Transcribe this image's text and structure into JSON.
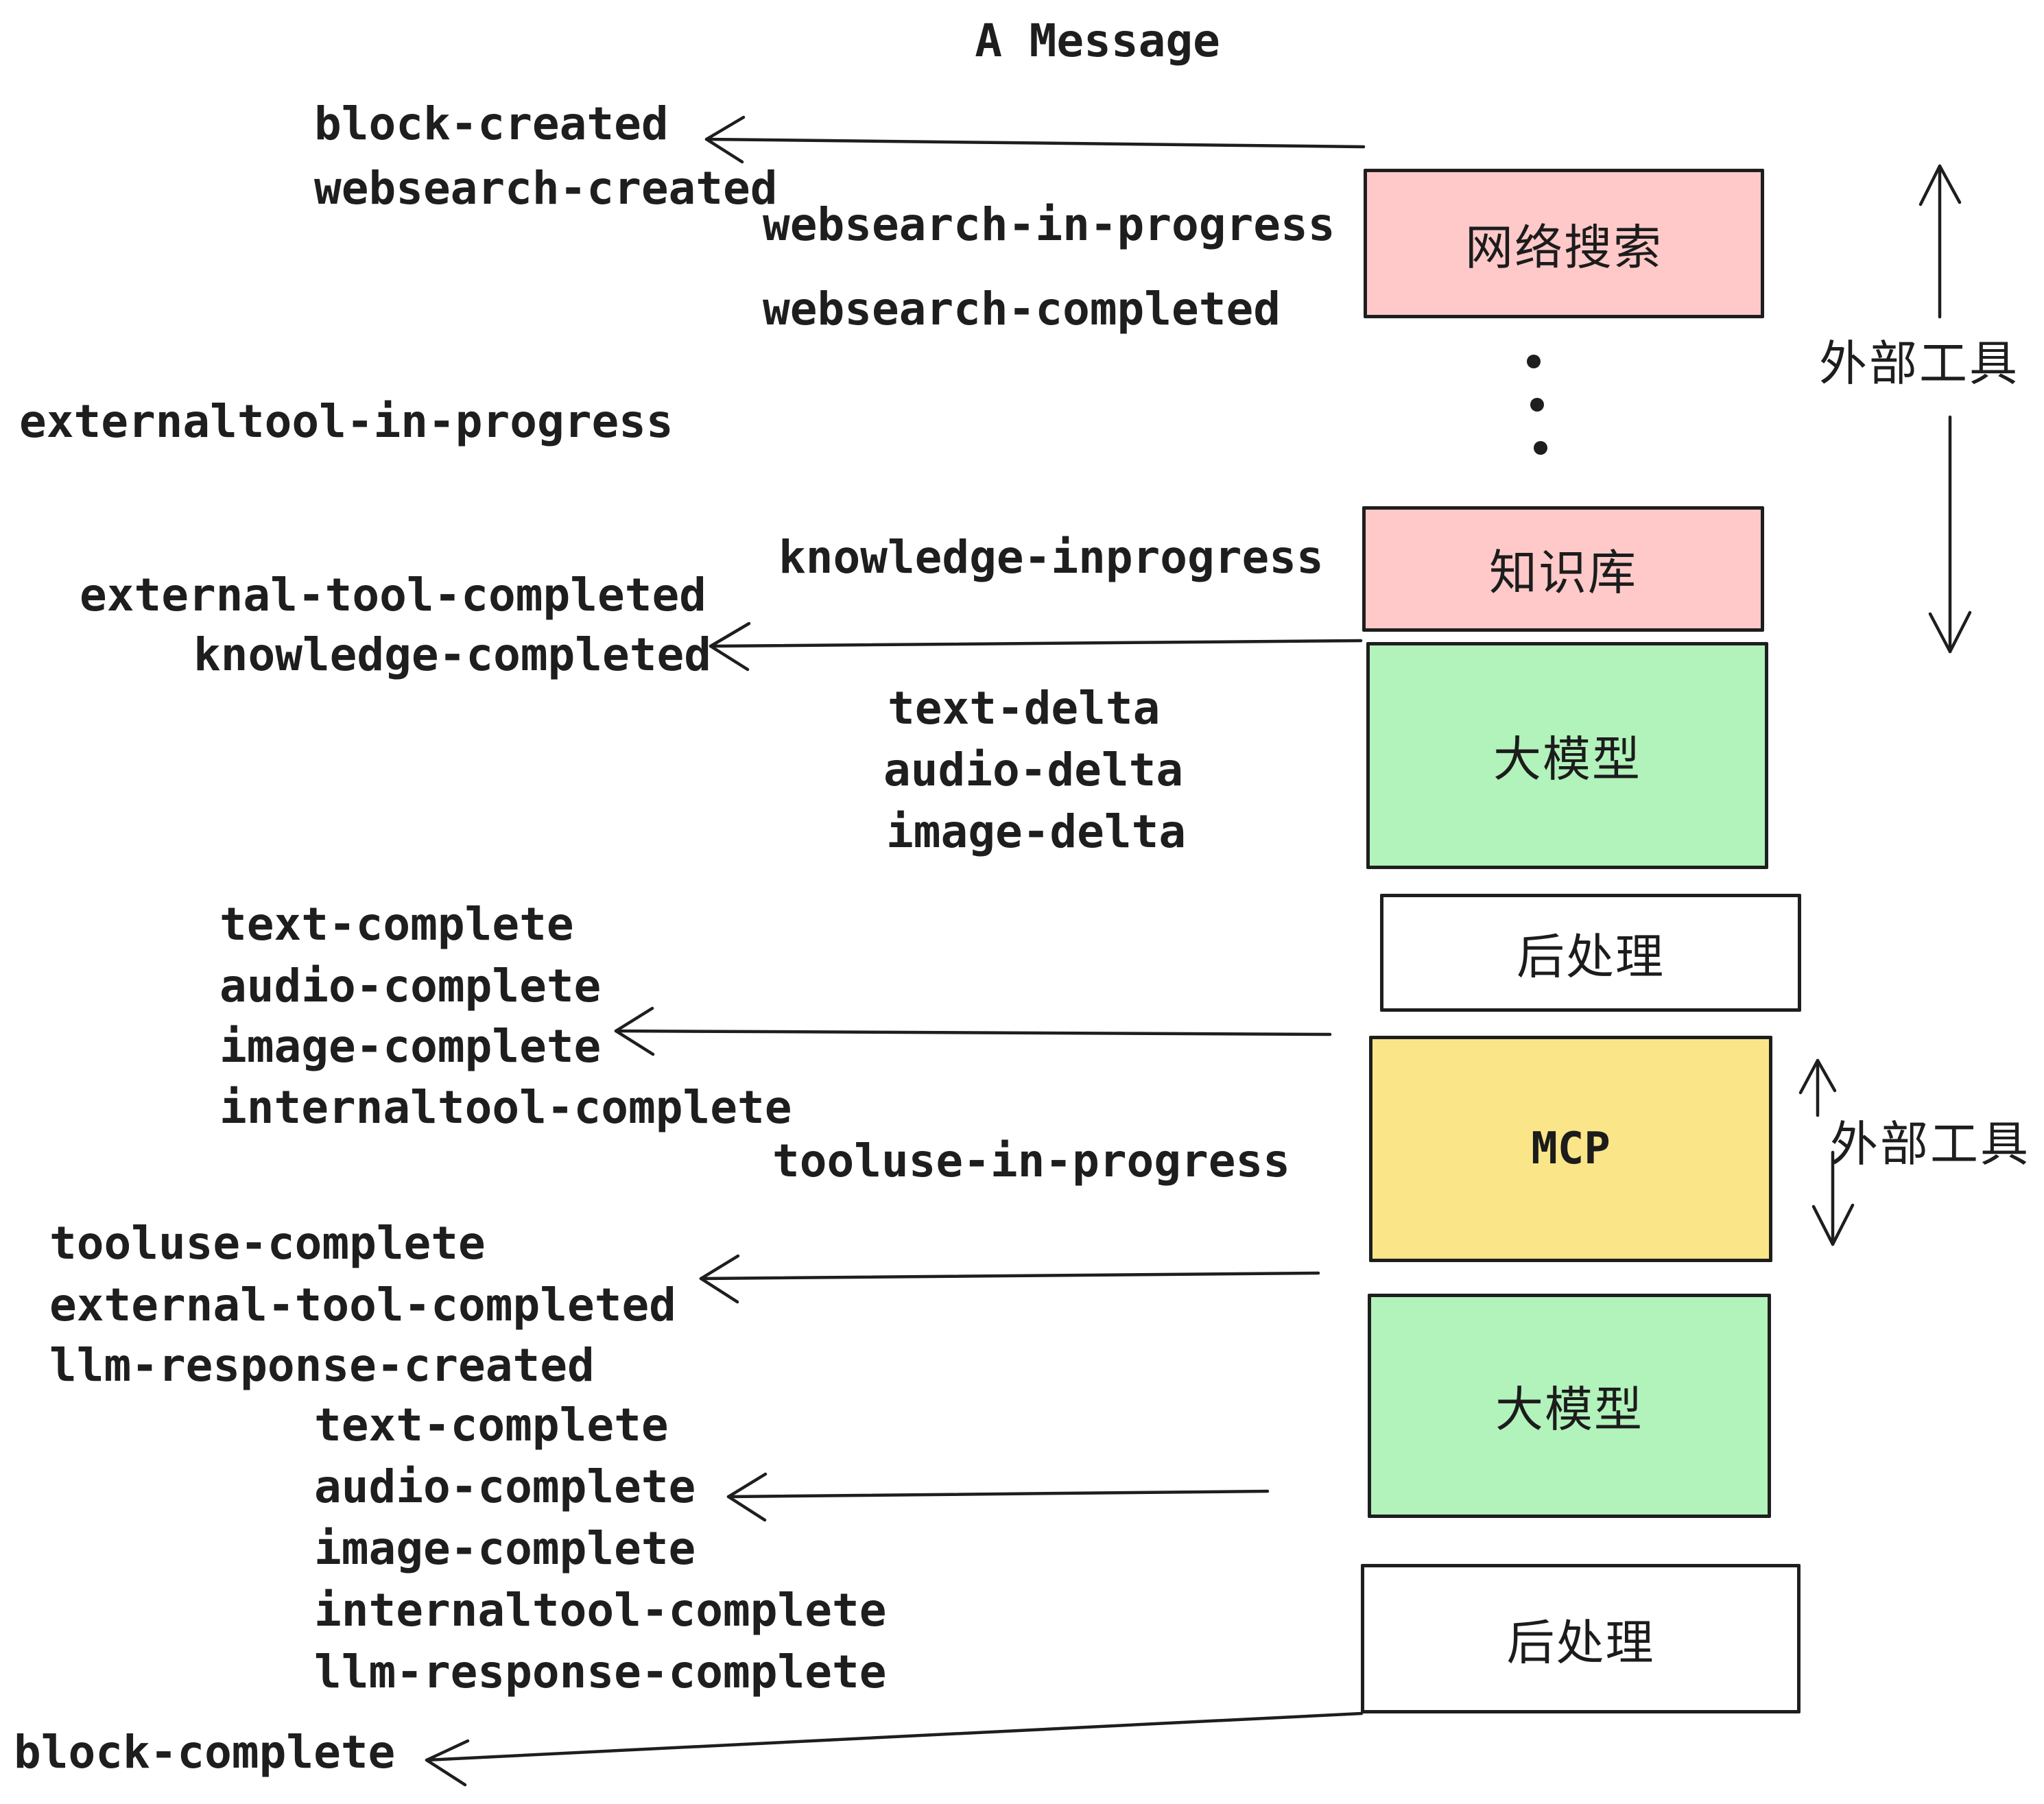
{
  "title": "A Message",
  "colors": {
    "box_pink": "#FFC9C9",
    "box_green": "#B2F2BB",
    "box_yellow": "#FAE588",
    "box_white": "#FFFFFF",
    "stroke": "#1E1E1E",
    "background": "#FFFFFF"
  },
  "boxes": {
    "websearch": "网络搜索",
    "knowledge": "知识库",
    "llm1": "大模型",
    "post1": "后处理",
    "mcp": "MCP",
    "llm2": "大模型",
    "post2": "后处理"
  },
  "side_labels": {
    "external_tools_top": "外部工具",
    "external_tools_mid": "外部工具"
  },
  "events": {
    "block_created": "block-created",
    "websearch_created": "websearch-created",
    "websearch_in_progress": "websearch-in-progress",
    "websearch_completed": "websearch-completed",
    "externaltool_in_progress": "externaltool-in-progress",
    "knowledge_inprogress": "knowledge-inprogress",
    "external_tool_completed_1": "external-tool-completed",
    "knowledge_completed": "knowledge-completed",
    "text_delta_1": "text-delta",
    "audio_delta_1": "audio-delta",
    "image_delta_1": "image-delta",
    "text_complete_1": "text-complete",
    "audio_complete_1": "audio-complete",
    "image_complete_1": "image-complete",
    "internaltool_complete_1": "internaltool-complete",
    "tooluse_in_progress": "tooluse-in-progress",
    "tooluse_complete": "tooluse-complete",
    "external_tool_completed_2": "external-tool-completed",
    "llm_response_created": "llm-response-created",
    "text_complete_2": "text-complete",
    "audio_complete_2": "audio-complete",
    "image_complete_2": "image-complete",
    "internaltool_complete_2": "internaltool-complete",
    "llm_response_complete": "llm-response-complete",
    "block_complete": "block-complete"
  }
}
